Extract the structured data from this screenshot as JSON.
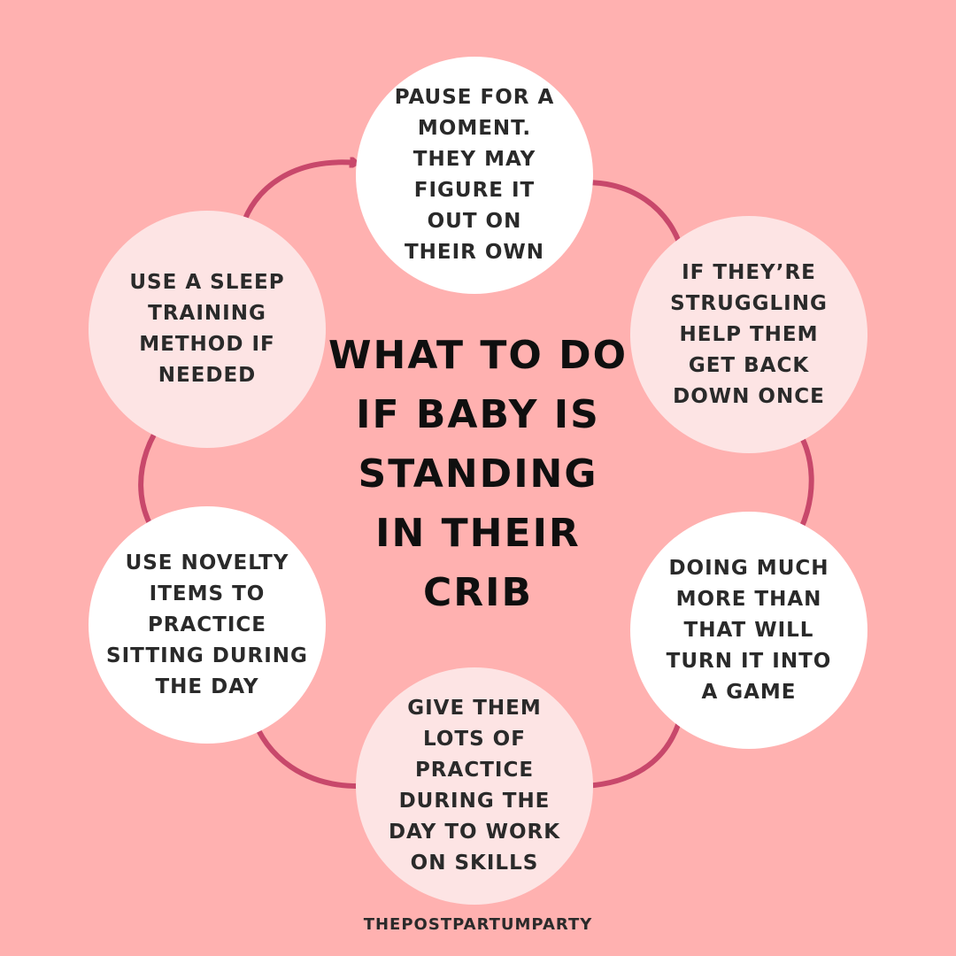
{
  "title": "WHAT TO DO\nIF BABY IS\nSTANDING\nIN THEIR\nCRIB",
  "steps": [
    {
      "text": "PAUSE FOR A\nMOMENT.\nTHEY MAY\nFIGURE IT\nOUT ON\nTHEIR OWN"
    },
    {
      "text": "IF THEY’RE\nSTRUGGLING\nHELP THEM\nGET BACK\nDOWN ONCE"
    },
    {
      "text": "DOING MUCH\nMORE THAN\nTHAT WILL\nTURN IT INTO\nA GAME"
    },
    {
      "text": "GIVE THEM\nLOTS OF\nPRACTICE\nDURING THE\nDAY TO WORK\nON SKILLS"
    },
    {
      "text": "USE NOVELTY\nITEMS TO\nPRACTICE\nSITTING DURING\nTHE DAY"
    },
    {
      "text": "USE A SLEEP\nTRAINING\nMETHOD IF\nNEEDED"
    }
  ],
  "footer": "THEPOSTPARTUMPARTY",
  "colors": {
    "background": "#ffb1b0",
    "circle_white": "#ffffff",
    "circle_pale": "#fde4e4",
    "arrow": "#c8486b",
    "text": "#2a2a2a",
    "title": "#0f0f0f"
  }
}
